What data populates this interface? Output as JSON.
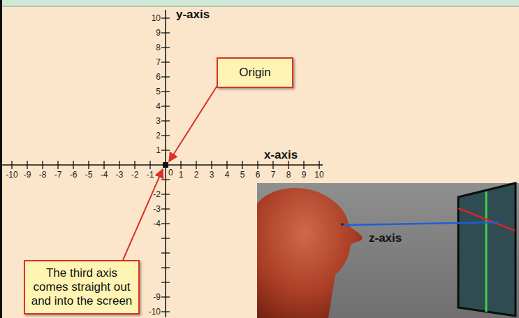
{
  "diagram": {
    "nodes": [
      {
        "text": [
          "Origin"
        ]
      },
      {
        "text": [
          "The third axis comes straight out and into the screen"
        ]
      }
    ],
    "labels": [
      "y-axis",
      "10",
      "9",
      "8",
      "7",
      "6",
      "5",
      "4",
      "3",
      "2",
      "1",
      "-10",
      "-9",
      "-8",
      "-7",
      "-6",
      "-5",
      "-4",
      "-3",
      "-2",
      "-1",
      "0",
      "1",
      "2",
      "3",
      "4",
      "5",
      "6",
      "7",
      "8",
      "9",
      "10",
      "x-axis",
      "-2",
      "-3",
      "-4",
      "-9",
      "-10",
      "z-axis"
    ]
  }
}
